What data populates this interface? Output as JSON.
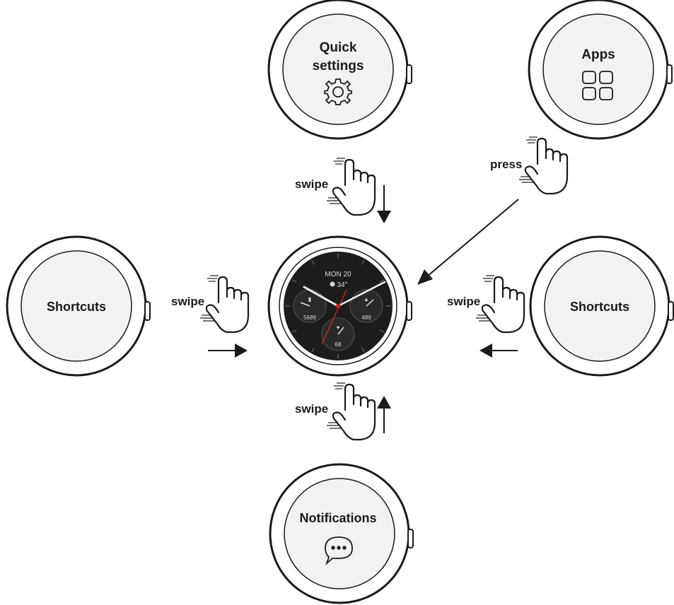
{
  "screens": {
    "quick_settings": {
      "line1": "Quick",
      "line2": "settings",
      "icon": "gear-icon"
    },
    "apps": {
      "label": "Apps",
      "icon": "grid-icon"
    },
    "shortcuts_left": {
      "label": "Shortcuts"
    },
    "shortcuts_right": {
      "label": "Shortcuts"
    },
    "notifications": {
      "label": "Notifications",
      "icon": "chat-bubble-icon"
    }
  },
  "watch_face": {
    "date": "MON 20",
    "weather": "34°",
    "left_dial": "5689",
    "right_dial": "489",
    "bottom_dial": "68"
  },
  "gestures": {
    "top": "swipe",
    "left": "swipe",
    "right": "swipe",
    "bottom": "swipe",
    "press": "press"
  },
  "colors": {
    "outline": "#1a1a1a",
    "screen_fill": "#f2f2f2",
    "face_bg": "#1c1c1c",
    "second_hand": "#d02020"
  }
}
